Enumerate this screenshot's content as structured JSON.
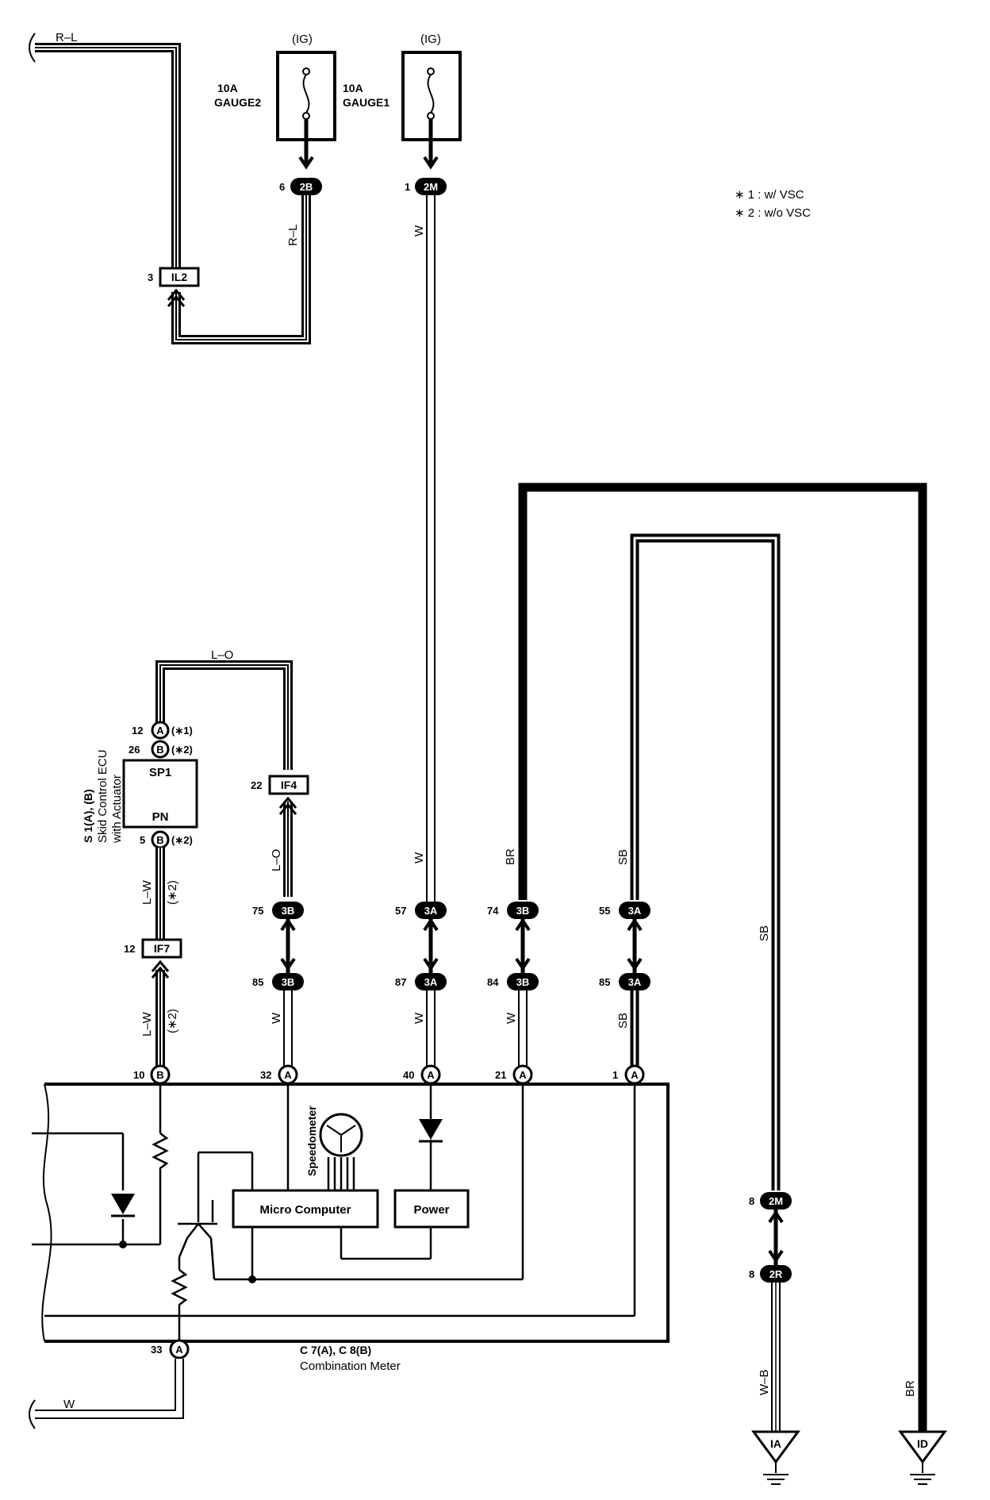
{
  "fuses": {
    "gauge2": {
      "feed": "(IG)",
      "rating": "10A",
      "name": "GAUGE2"
    },
    "gauge1": {
      "feed": "(IG)",
      "rating": "10A",
      "name": "GAUGE1"
    }
  },
  "notes": {
    "n1": "∗ 1 : w/ VSC",
    "n2": "∗ 2 : w/o VSC"
  },
  "wire_colors": {
    "r_l": "R–L",
    "w": "W",
    "l_o": "L–O",
    "l_w": "L–W",
    "br": "BR",
    "sb": "SB",
    "w_b": "W–B"
  },
  "connectors": {
    "c2b": {
      "code": "2B",
      "pin": "6"
    },
    "c2m_top": {
      "code": "2M",
      "pin": "1"
    },
    "il2": {
      "code": "IL2",
      "pin": "3"
    },
    "if4": {
      "code": "IF4",
      "pin": "22"
    },
    "if7": {
      "code": "IF7",
      "pin": "12"
    },
    "c3b_75": {
      "code": "3B",
      "pin": "75"
    },
    "c3b_85": {
      "code": "3B",
      "pin": "85"
    },
    "c3a_57": {
      "code": "3A",
      "pin": "57"
    },
    "c3a_87": {
      "code": "3A",
      "pin": "87"
    },
    "c3b_74": {
      "code": "3B",
      "pin": "74"
    },
    "c3b_84": {
      "code": "3B",
      "pin": "84"
    },
    "c3a_55": {
      "code": "3A",
      "pin": "55"
    },
    "c3a_85": {
      "code": "3A",
      "pin": "85"
    },
    "c2m_bot": {
      "code": "2M",
      "pin": "8"
    },
    "c2r": {
      "code": "2R",
      "pin": "8"
    }
  },
  "skid_ecu": {
    "name_line1": "S 1(A), (B)",
    "name_line2": "Skid Control ECU",
    "name_line3": "with Actuator",
    "terminal_sp1": "SP1",
    "terminal_pn": "PN",
    "pin_a": {
      "pin": "12",
      "code": "A",
      "note": "(∗1)"
    },
    "pin_b": {
      "pin": "26",
      "code": "B",
      "note": "(∗2)"
    },
    "pin_pn": {
      "pin": "5",
      "code": "B",
      "note": "(∗2)"
    },
    "note_lw": "(∗2)",
    "note_lw2": "(∗2)"
  },
  "meter": {
    "name_line1": "C 7(A), C 8(B)",
    "name_line2": "Combination Meter",
    "speedometer": "Speedometer",
    "micro_computer": "Micro Computer",
    "power": "Power",
    "pins": {
      "p10": {
        "pin": "10",
        "code": "B"
      },
      "p32": {
        "pin": "32",
        "code": "A"
      },
      "p40": {
        "pin": "40",
        "code": "A"
      },
      "p21": {
        "pin": "21",
        "code": "A"
      },
      "p1": {
        "pin": "1",
        "code": "A"
      },
      "p33": {
        "pin": "33",
        "code": "A"
      }
    }
  },
  "grounds": {
    "ia": "IA",
    "id": "ID"
  }
}
